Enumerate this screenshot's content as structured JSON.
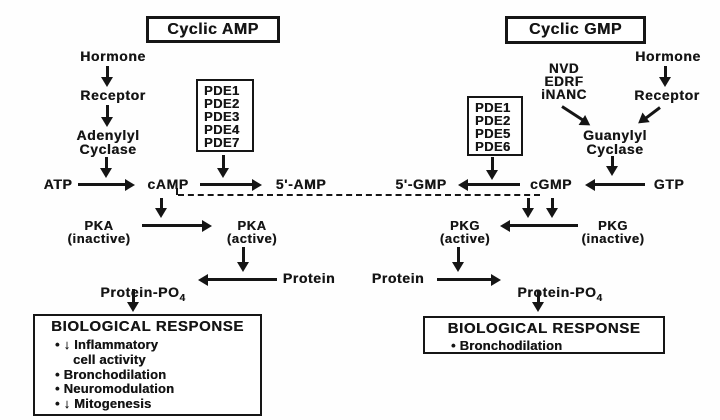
{
  "diagram": {
    "left": {
      "title": "Cyclic AMP",
      "hormone": "Hormone",
      "receptor": "Receptor",
      "cyclase": "Adenylyl\nCyclase",
      "pde_list": [
        "PDE1",
        "PDE2",
        "PDE3",
        "PDE4",
        "PDE7"
      ],
      "substrate": "ATP",
      "messenger": "cAMP",
      "metabolite": "5'-AMP",
      "kinase_inactive": "PKA\n(inactive)",
      "kinase_active": "PKA\n(active)",
      "protein": "Protein",
      "phospho_protein_base": "Protein-PO",
      "phospho_protein_sub": "4",
      "response_title": "BIOLOGICAL RESPONSE",
      "response_items": [
        "• ↓ Inflammatory\ncell activity",
        "• Bronchodilation",
        "• Neuromodulation",
        "• ↓ Mitogenesis"
      ]
    },
    "right": {
      "title": "Cyclic GMP",
      "hormone": "Hormone",
      "receptor": "Receptor",
      "stimuli": "NVD\nEDRF\niNANC",
      "cyclase": "Guanylyl\nCyclase",
      "pde_list": [
        "PDE1",
        "PDE2",
        "PDE5",
        "PDE6"
      ],
      "substrate": "GTP",
      "messenger": "cGMP",
      "metabolite": "5'-GMP",
      "kinase_active": "PKG\n(active)",
      "kinase_inactive": "PKG\n(inactive)",
      "protein": "Protein",
      "phospho_protein_base": "Protein-PO",
      "phospho_protein_sub": "4",
      "response_title": "BIOLOGICAL RESPONSE",
      "response_items": [
        "• Bronchodilation"
      ]
    }
  }
}
